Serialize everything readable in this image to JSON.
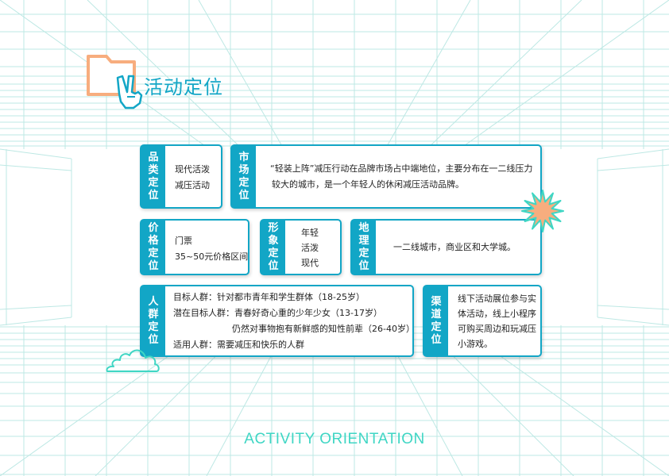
{
  "page": {
    "title": "活动定位",
    "subtitle": "ACTIVITY ORIENTATION",
    "accent_color": "#12a6c6",
    "grid_color": "#bde8e4",
    "orange": "#f7ad7e"
  },
  "icons": [
    "folder-icon",
    "hand-icon",
    "starburst",
    "cloud-icon"
  ],
  "cards": {
    "category": {
      "label": [
        "品",
        "类",
        "定",
        "位"
      ],
      "lines": [
        "现代活泼",
        "减压活动"
      ]
    },
    "market": {
      "label": [
        "市",
        "场",
        "定",
        "位"
      ],
      "lines": [
        "“轻装上阵”减压行动在品牌市场占中端地位，主要分布在一二线压力",
        "较大的城市，是一个年轻人的休闲减压活动品牌。"
      ]
    },
    "price": {
      "label": [
        "价",
        "格",
        "定",
        "位"
      ],
      "lines": [
        "门票",
        "35~50元价格区间"
      ]
    },
    "image": {
      "label": [
        "形",
        "象",
        "定",
        "位"
      ],
      "lines": [
        "年轻",
        "活泼",
        "现代"
      ]
    },
    "geo": {
      "label": [
        "地",
        "理",
        "定",
        "位"
      ],
      "lines": [
        "一二线城市，商业区和大学城。"
      ]
    },
    "audience": {
      "label": [
        "人",
        "群",
        "定",
        "位"
      ],
      "lines": [
        "目标人群：针对都市青年和学生群体（18-25岁）",
        "潜在目标人群：青春好奇心重的少年少女（13-17岁）",
        "仍然对事物抱有新鲜感的知性前辈（26-40岁）",
        "适用人群：需要减压和快乐的人群"
      ]
    },
    "channel": {
      "label": [
        "渠",
        "道",
        "定",
        "位"
      ],
      "lines": [
        "线下活动展位参与实",
        "体活动，线上小程序",
        "可购买周边和玩减压",
        "小游戏。"
      ]
    }
  }
}
